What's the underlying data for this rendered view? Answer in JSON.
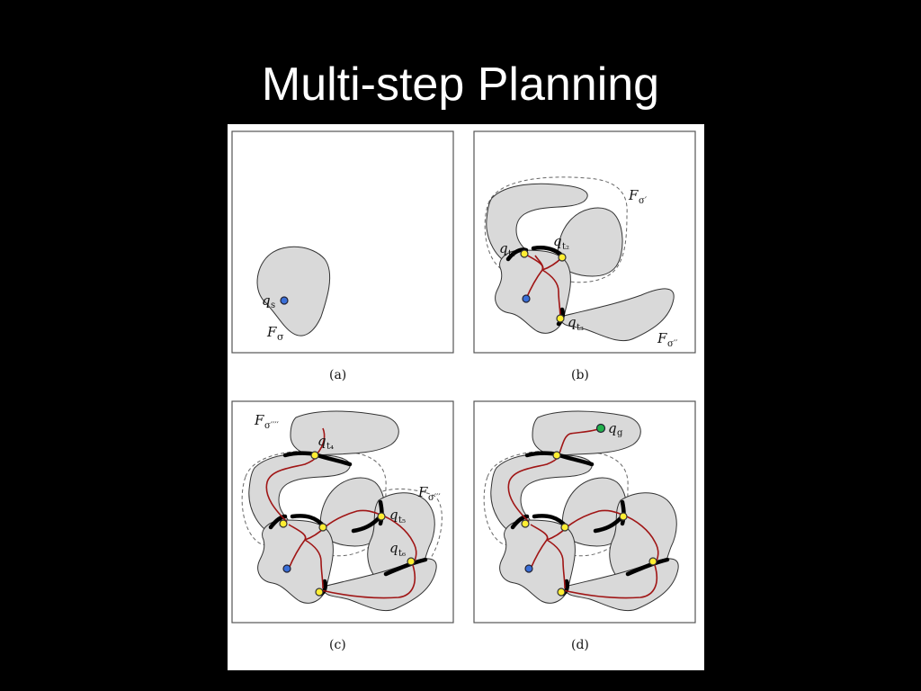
{
  "slide": {
    "title": "Multi-step Planning"
  },
  "panels": {
    "a": {
      "caption": "(a)",
      "labels": {
        "q_s": "q",
        "q_s_sub": "s",
        "F_sigma": "F",
        "F_sigma_sub": "σ"
      }
    },
    "b": {
      "caption": "(b)",
      "labels": {
        "F_sigma1": "F",
        "F_sigma1_sub": "σ′",
        "F_sigma2": "F",
        "F_sigma2_sub": "σ′′",
        "qt1": "q",
        "qt1_sub": "t₁",
        "qt2": "q",
        "qt2_sub": "t₂",
        "qt3": "q",
        "qt3_sub": "t₃"
      }
    },
    "c": {
      "caption": "(c)",
      "labels": {
        "F_sigma4": "F",
        "F_sigma4_sub": "σ′′′′",
        "F_sigma3": "F",
        "F_sigma3_sub": "σ′′′",
        "qt4": "q",
        "qt4_sub": "t₄",
        "qt5": "q",
        "qt5_sub": "t₅",
        "qt6": "q",
        "qt6_sub": "t₆"
      }
    },
    "d": {
      "caption": "(d)",
      "labels": {
        "q_g": "q",
        "q_g_sub": "g"
      }
    }
  },
  "colors": {
    "region_fill": "#d9d9d9",
    "edge": "#a01515",
    "transition_node": "#ffee33",
    "start_node": "#3a6fd8",
    "goal_node": "#22b14c"
  }
}
